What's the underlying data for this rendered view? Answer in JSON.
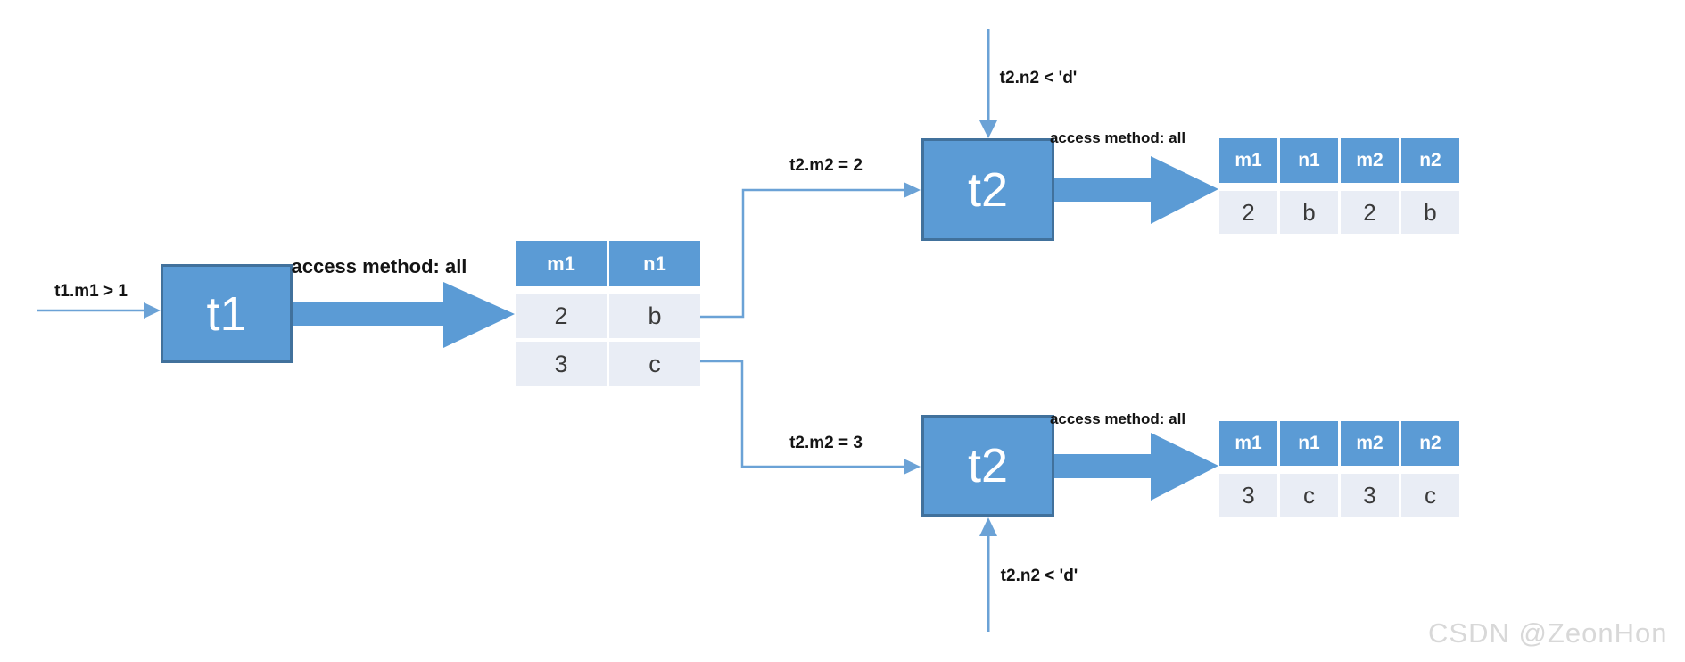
{
  "colors": {
    "accent": "#5b9bd5",
    "border": "#41719c",
    "line": "#6ba2d6",
    "row_fill": "#e9edf5"
  },
  "nodes": {
    "t1": "t1",
    "t2_top": "t2",
    "t2_bottom": "t2"
  },
  "labels": {
    "t1_filter": "t1.m1 > 1",
    "t1_access": "access method: all",
    "t2_top_join": "t2.m2 = 2",
    "t2_top_filter": "t2.n2 < 'd'",
    "t2_top_access": "access method: all",
    "t2_bottom_join": "t2.m2 = 3",
    "t2_bottom_filter": "t2.n2 < 'd'",
    "t2_bottom_access": "access method: all"
  },
  "tables": {
    "t1_result": {
      "headers": [
        "m1",
        "n1"
      ],
      "rows": [
        [
          "2",
          "b"
        ],
        [
          "3",
          "c"
        ]
      ]
    },
    "t2_top_result": {
      "headers": [
        "m1",
        "n1",
        "m2",
        "n2"
      ],
      "rows": [
        [
          "2",
          "b",
          "2",
          "b"
        ]
      ]
    },
    "t2_bottom_result": {
      "headers": [
        "m1",
        "n1",
        "m2",
        "n2"
      ],
      "rows": [
        [
          "3",
          "c",
          "3",
          "c"
        ]
      ]
    }
  },
  "watermark": "CSDN @ZeonHon"
}
